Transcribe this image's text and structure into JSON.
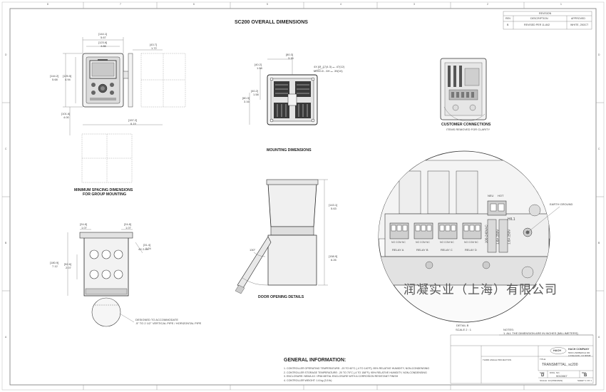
{
  "title": "SC200 OVERALL DIMENSIONS",
  "watermark": "润凝实业（上海）有限公司",
  "views": {
    "front": {
      "dims_top": [
        "[144.1]",
        "5.67",
        "[123.6]",
        "4.86",
        "[43.7]",
        "1.72"
      ],
      "dims_left": [
        "[144.2]",
        "5.68",
        "[125.5]",
        "4.94",
        "[101.6]",
        "4.00"
      ],
      "dims_mid": [
        "[157.2]",
        "6.19"
      ]
    },
    "spacing": {
      "label_1": "MINIMUM SPACING DIMENSIONS",
      "label_2": "FOR GROUP MOUNTING"
    },
    "mounting": {
      "label": "MOUNTING DIMENSIONS",
      "dims": [
        "[80.3]",
        "3.16",
        "[40.2]",
        "1.58",
        "[80.3]",
        "3.16",
        "[40.2]",
        "1.58"
      ],
      "note_1": "4X  [Ø .17(4.3) ⌴ .47(12)",
      "note_2": "M5X0.8 - 6H ⌴ .39(10)"
    },
    "customer": {
      "label": "CUSTOMER CONNECTIONS",
      "note": "ITEMS REMOVED FOR CLARITY"
    },
    "door": {
      "label": "DOOR OPENING DETAILS",
      "dims": [
        "[143.1]",
        "5.63",
        "[158.9]",
        "6.26"
      ],
      "angle": "130°"
    },
    "side": {
      "dims": [
        "[24.8]",
        "1.07",
        "[24.8]",
        "1.07",
        "[31.4]",
        "1.24",
        "[180.9]",
        "7.12",
        "[52.6]",
        "2.07",
        "4X  2.84"
      ],
      "note_1": "DESIGNED TO ACCOMMODATE",
      "note_2": ".5\" TO 2 1/2\" VERTICAL PIPE / HORIZONTAL PIPE"
    },
    "detail": {
      "label_1": "DETAIL B",
      "label_2": "SCALE 2 : 1",
      "earth": "EARTH GROUND",
      "neu": "NEU",
      "hot": "HOT",
      "hl": "H/L1",
      "relays": [
        "RELAY A",
        "RELAY B",
        "RELAY C",
        "RELAY D"
      ],
      "relay_sub": "NO COM NC",
      "ratings": [
        "100-240VAC",
        "1.6A 250V",
        "1.6A 250V"
      ]
    }
  },
  "notes": {
    "head": "NOTES:",
    "item": "1.  ALL THE DIMENSION ARE IN INCHES [MILLIMETERS]."
  },
  "general": {
    "title": "GENERAL INFORMATION:",
    "items": [
      "1.  CONTROLLER OPERATING TEMPERATURE: -20 TO 60°C (-4 TO 140°F); 95% RELATIVE HUMIDITY, NON-CONDENSING",
      "2.  CONTROLLER STORAGE TEMPERATURE: -20 TO 70°C (-4 TO 158°F); 95% RELATIVE HUMIDITY, NON-CONDENSING",
      "3.  ENCLOSURE: NEMA 4X / IP66 METAL ENCLOSURE WITH A CORROSION RESISTANT FINISH",
      "4.  CONTROLLER WEIGHT: 1.6 kg (3.5 lb)"
    ]
  },
  "revision": {
    "head": "REVISION",
    "cols": [
      "REV",
      "DESCRIPTION",
      "APPROVED"
    ],
    "row": [
      "B",
      "REVISED PER 11-842",
      "WHITE, 25OCT"
    ]
  },
  "title_block": {
    "company": "HACH COMPANY",
    "address_1": "5600 LINDBERGH DR.",
    "address_2": "LOVELAND, CO  80538",
    "logo": "HACH",
    "third_angle": "THIRD ANGLE PROJECTION",
    "title_label": "TITLE:",
    "title_value": "TRANSMITTAL, sc200",
    "size_label": "SIZE",
    "size_value": "D",
    "dwg_label": "DWG. NO.",
    "dwg_value": "9010067",
    "rev_label": "REV",
    "rev_value": "B",
    "scale": "SCALE: 1/2  [PREVIEW]",
    "sheet": "SHEET 1 OF 1"
  },
  "border": {
    "cols": [
      "8",
      "7",
      "6",
      "5",
      "4",
      "3",
      "2",
      "1"
    ],
    "rows": [
      "D",
      "C",
      "B",
      "A"
    ]
  }
}
